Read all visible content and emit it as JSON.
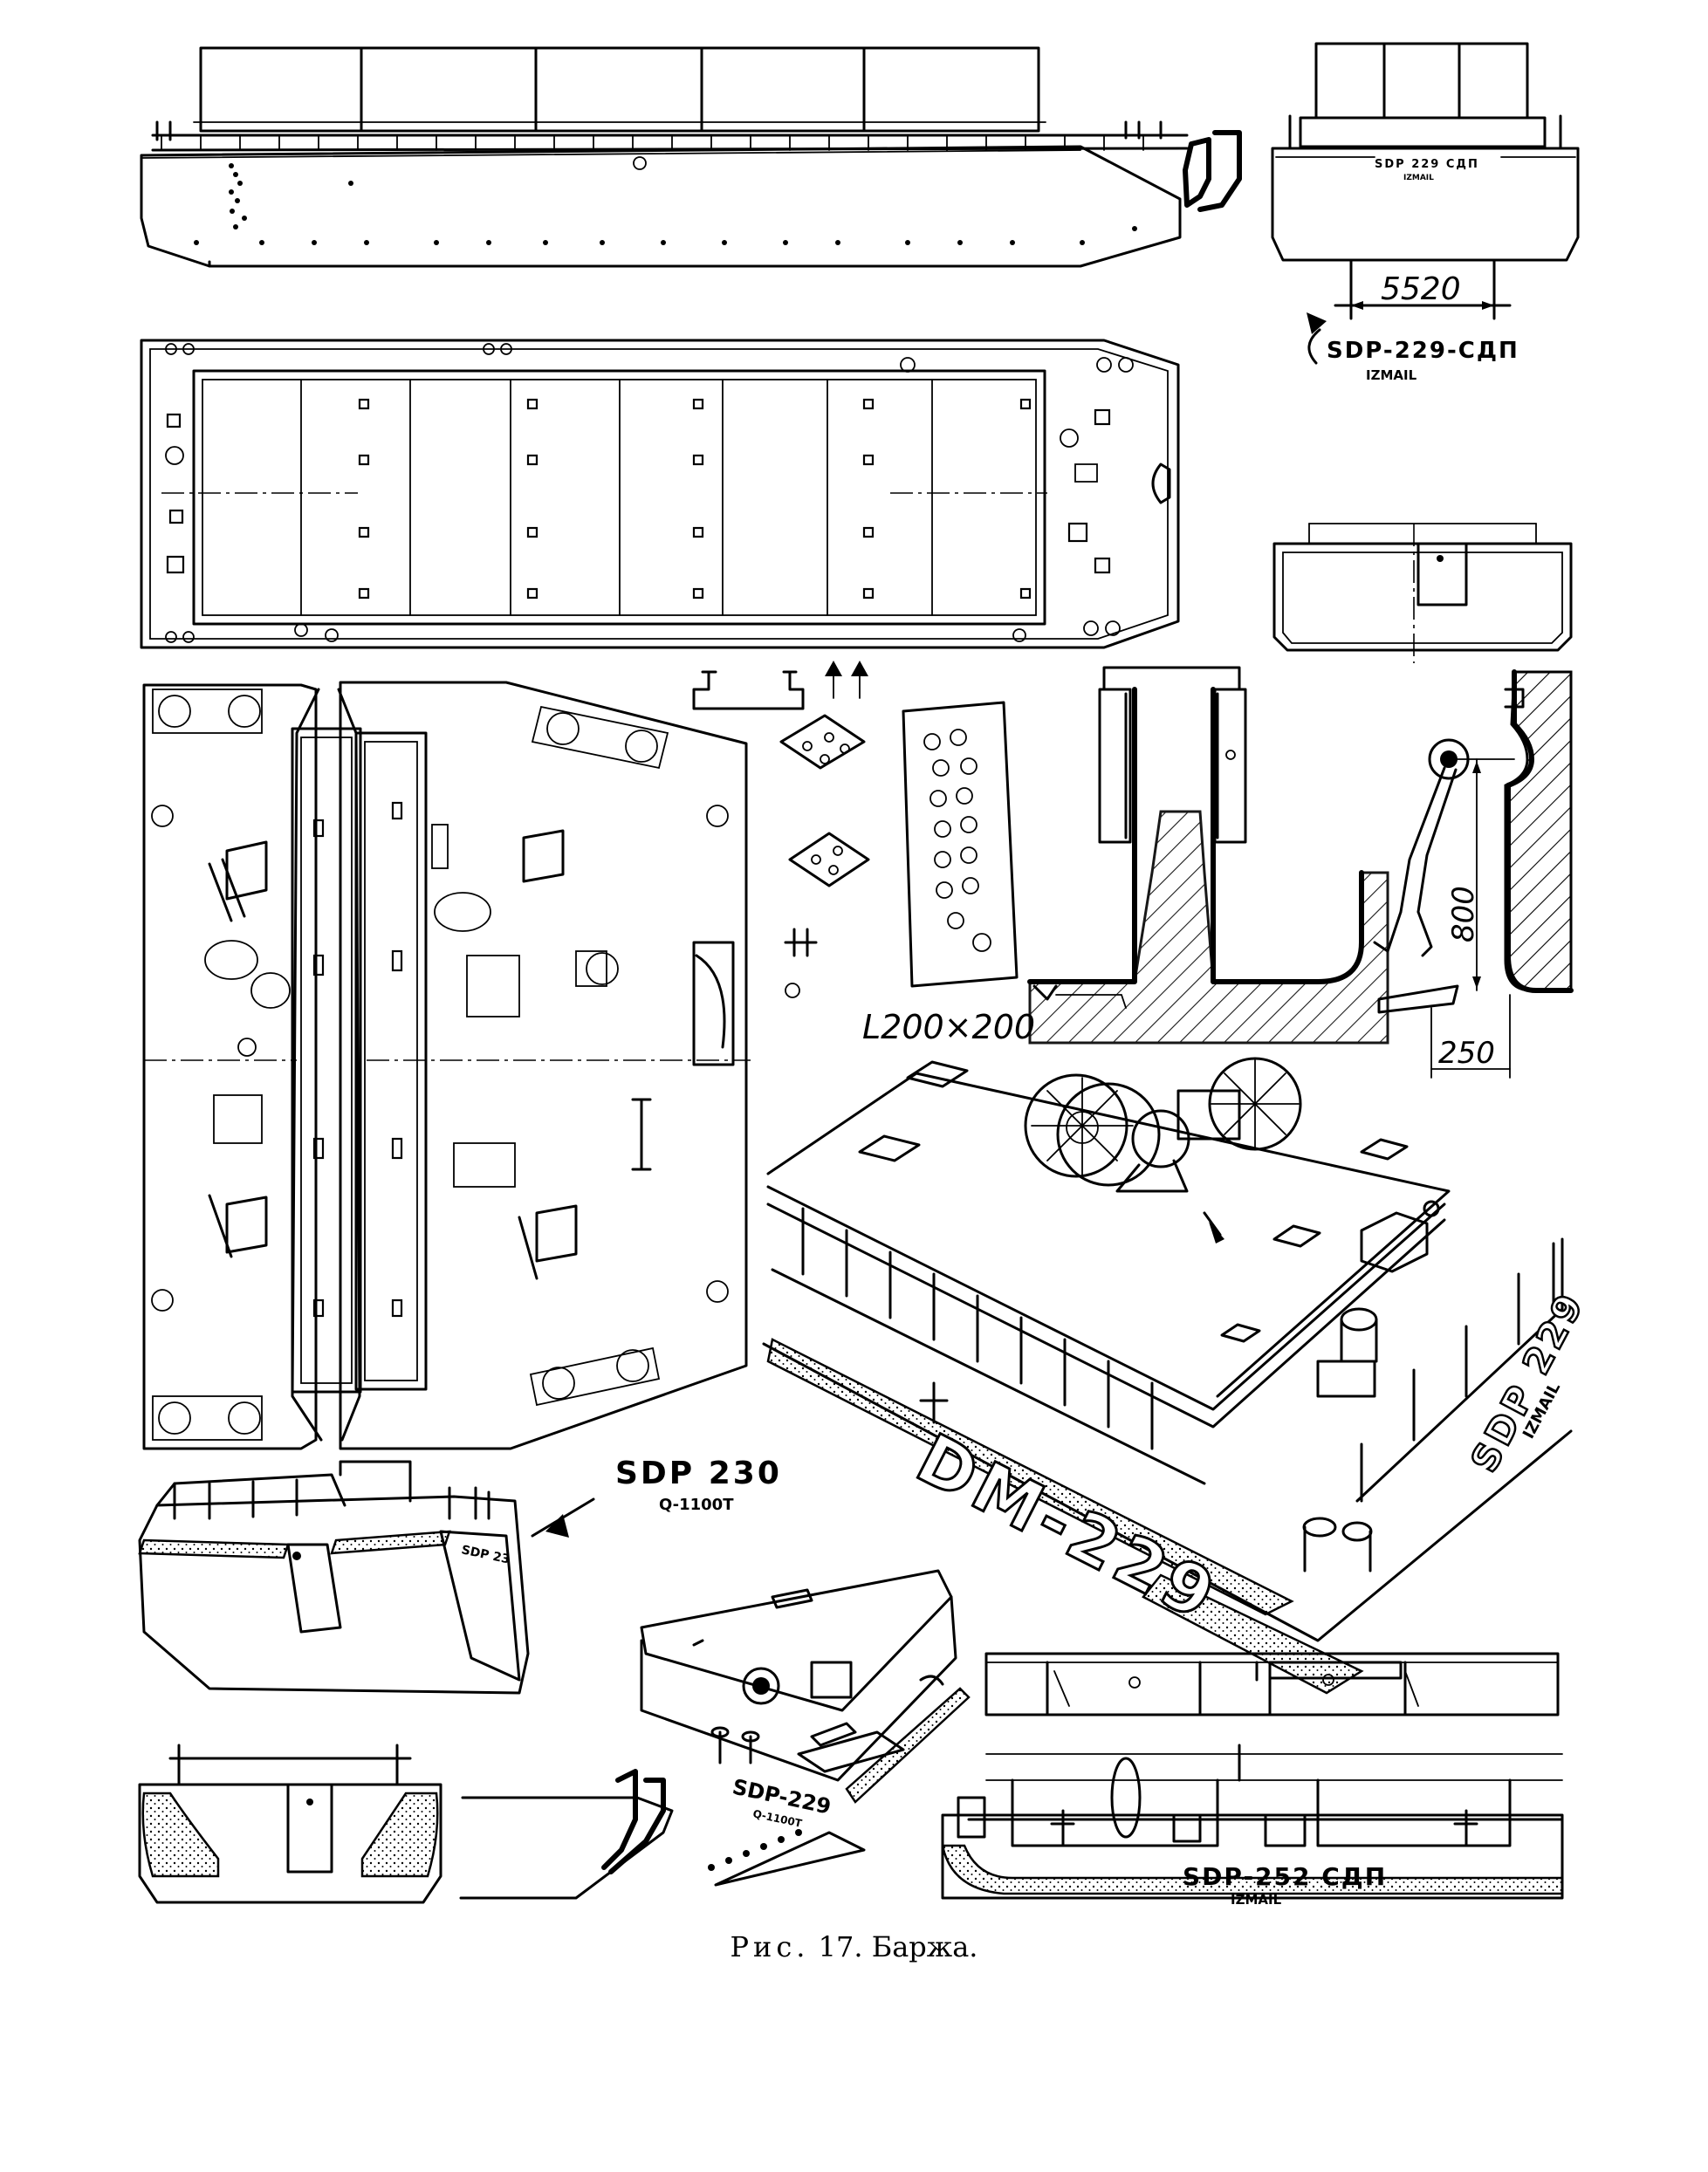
{
  "labels": {
    "sdp229_stern": "SDP 229 СДП",
    "sdp229_stern_port": "IZMAIL",
    "sdp229_callout": "SDP-229-СДП",
    "sdp229_callout_port": "IZMAIL",
    "width_dim": "5520",
    "angle_profile": "L200×200",
    "height_dim": "800",
    "offset_dim": "250",
    "sdp230_name": "SDP 230",
    "sdp230_cap": "Q-1100T",
    "sdp230_hull": "SDP 23",
    "dm229_hull": "DM-229",
    "sdp229_side": "SDP 229",
    "sdp229_side_port": "IZMAIL",
    "sdp229_small": "SDP-229",
    "sdp229_small_cap": "Q-1100T",
    "sdp252_name": "SDP-252 СДП",
    "sdp252_port": "IZMAIL"
  },
  "caption": {
    "prefix": "Рис.",
    "number": "17.",
    "title": "Баржа."
  }
}
